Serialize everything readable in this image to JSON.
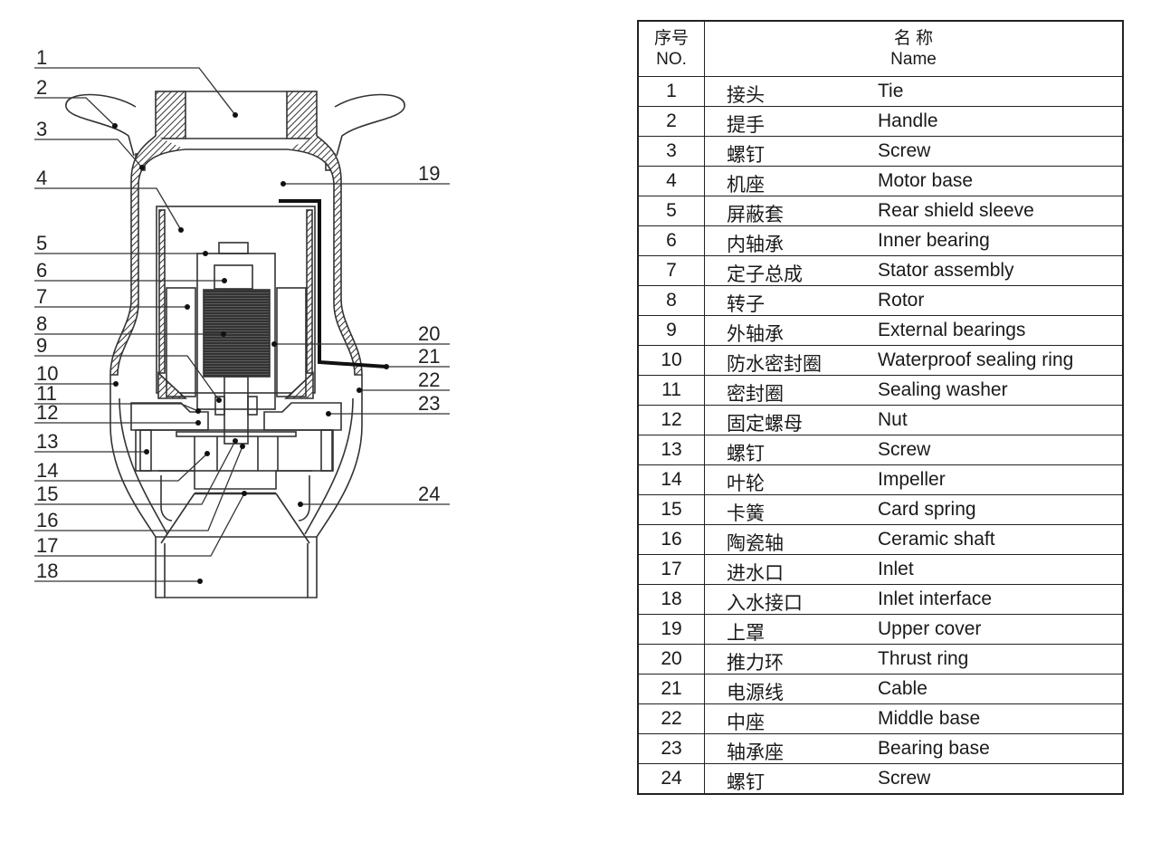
{
  "table": {
    "header": {
      "no_zh": "序号",
      "no_en": "NO.",
      "name_zh": "名 称",
      "name_en": "Name"
    },
    "rows": [
      {
        "no": "1",
        "zh": "接头",
        "en": "Tie"
      },
      {
        "no": "2",
        "zh": "提手",
        "en": "Handle"
      },
      {
        "no": "3",
        "zh": "螺钉",
        "en": "Screw"
      },
      {
        "no": "4",
        "zh": "机座",
        "en": "Motor base"
      },
      {
        "no": "5",
        "zh": "屏蔽套",
        "en": "Rear shield sleeve"
      },
      {
        "no": "6",
        "zh": "内轴承",
        "en": "Inner bearing"
      },
      {
        "no": "7",
        "zh": "定子总成",
        "en": "Stator assembly"
      },
      {
        "no": "8",
        "zh": "转子",
        "en": "Rotor"
      },
      {
        "no": "9",
        "zh": "外轴承",
        "en": "External bearings"
      },
      {
        "no": "10",
        "zh": "防水密封圈",
        "en": "Waterproof sealing ring"
      },
      {
        "no": "11",
        "zh": "密封圈",
        "en": "Sealing washer"
      },
      {
        "no": "12",
        "zh": "固定螺母",
        "en": "Nut"
      },
      {
        "no": "13",
        "zh": "螺钉",
        "en": "Screw"
      },
      {
        "no": "14",
        "zh": "叶轮",
        "en": "Impeller"
      },
      {
        "no": "15",
        "zh": "卡簧",
        "en": "Card spring"
      },
      {
        "no": "16",
        "zh": "陶瓷轴",
        "en": "Ceramic shaft"
      },
      {
        "no": "17",
        "zh": "进水口",
        "en": "Inlet"
      },
      {
        "no": "18",
        "zh": "入水接口",
        "en": "Inlet interface"
      },
      {
        "no": "19",
        "zh": "上罩",
        "en": "Upper cover"
      },
      {
        "no": "20",
        "zh": "推力环",
        "en": "Thrust ring"
      },
      {
        "no": "21",
        "zh": "电源线",
        "en": "Cable"
      },
      {
        "no": "22",
        "zh": "中座",
        "en": "Middle base"
      },
      {
        "no": "23",
        "zh": "轴承座",
        "en": "Bearing base"
      },
      {
        "no": "24",
        "zh": "螺钉",
        "en": "Screw"
      }
    ]
  },
  "diagram": {
    "callouts": [
      "1",
      "2",
      "3",
      "4",
      "5",
      "6",
      "7",
      "8",
      "9",
      "10",
      "11",
      "12",
      "13",
      "14",
      "15",
      "16",
      "17",
      "18",
      "19",
      "20",
      "21",
      "22",
      "23",
      "24"
    ]
  }
}
